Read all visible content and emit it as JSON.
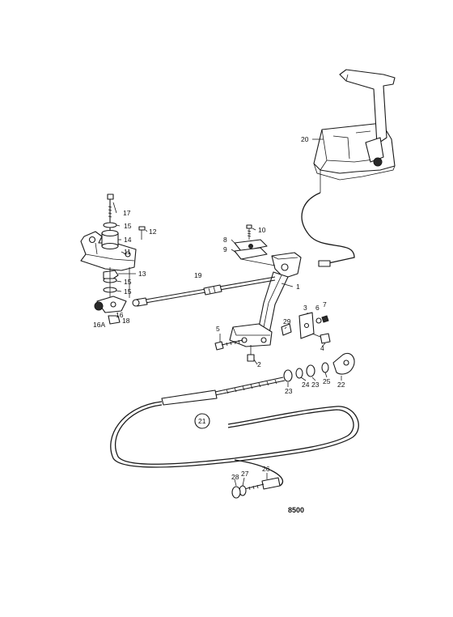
{
  "drawing_code": "8500",
  "callouts": {
    "c1": "1",
    "c2": "2",
    "c3": "3",
    "c4": "4",
    "c5": "5",
    "c6": "6",
    "c7": "7",
    "c8": "8",
    "c9": "9",
    "c10": "10",
    "c11": "11",
    "c12": "12",
    "c13": "13",
    "c14": "14",
    "c15a": "15",
    "c15b": "15",
    "c15c": "15",
    "c16": "16",
    "c16a": "16A",
    "c17": "17",
    "c18": "18",
    "c19": "19",
    "c20": "20",
    "c21": "21",
    "c22": "22",
    "c23a": "23",
    "c23b": "23",
    "c24": "24",
    "c25": "25",
    "c26": "26",
    "c27": "27",
    "c28": "28",
    "c29": "29"
  }
}
